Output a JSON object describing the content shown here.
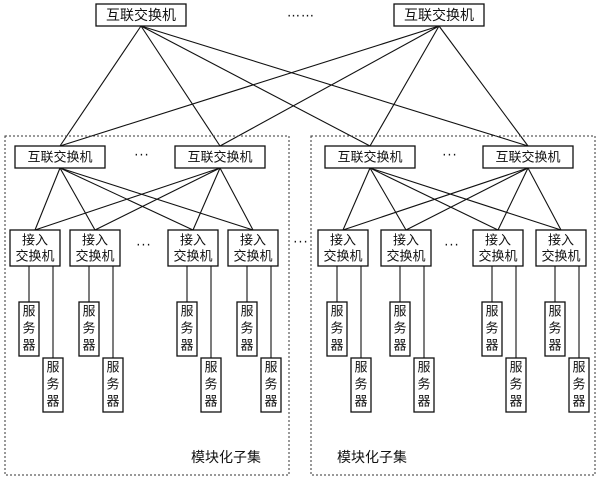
{
  "top_switch_label": "互联交换机",
  "module_switch_label": "互联交换机",
  "access_switch_lines": [
    "接入",
    "交换机"
  ],
  "server_chars": [
    "服",
    "务",
    "器"
  ],
  "ellipsis": "……",
  "ellipsis_short": "···",
  "module_label": "模块化子集",
  "colors": {
    "line": "#111111",
    "frame": "#333333",
    "background": "#ffffff"
  }
}
